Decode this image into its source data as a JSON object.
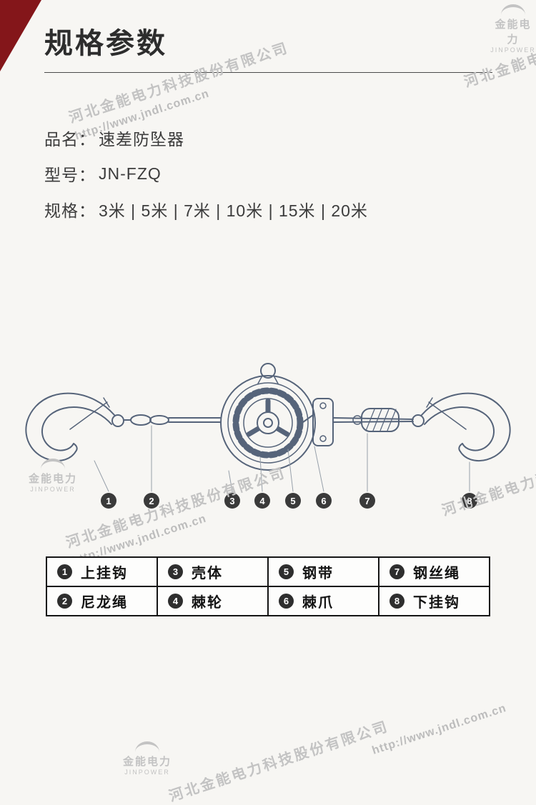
{
  "header": {
    "title": "规格参数"
  },
  "product": {
    "fields": [
      {
        "label": "品名：",
        "value": "速差防坠器"
      },
      {
        "label": "型号：",
        "value": "JN-FZQ"
      },
      {
        "label": "规格：",
        "value": "3米 | 5米 | 7米 | 10米 | 15米 | 20米"
      }
    ]
  },
  "watermark": {
    "company": "河北金能电力科技股份有限公司",
    "url": "http://www.jndl.com.cn",
    "logo_text": "金能电力",
    "logo_sub": "JINPOWER"
  },
  "diagram": {
    "callouts": [
      "1",
      "2",
      "3",
      "4",
      "5",
      "6",
      "7",
      "8"
    ]
  },
  "parts_table": {
    "items": [
      {
        "num": "1",
        "label": "上挂钩"
      },
      {
        "num": "2",
        "label": "尼龙绳"
      },
      {
        "num": "3",
        "label": "壳体"
      },
      {
        "num": "4",
        "label": "棘轮"
      },
      {
        "num": "5",
        "label": "钢带"
      },
      {
        "num": "6",
        "label": "棘爪"
      },
      {
        "num": "7",
        "label": "钢丝绳"
      },
      {
        "num": "8",
        "label": "下挂钩"
      }
    ]
  },
  "colors": {
    "accent": "#8a1717",
    "badge": "#2e2e2e",
    "line_art": "#56647a",
    "watermark": "#c3c3c3"
  }
}
